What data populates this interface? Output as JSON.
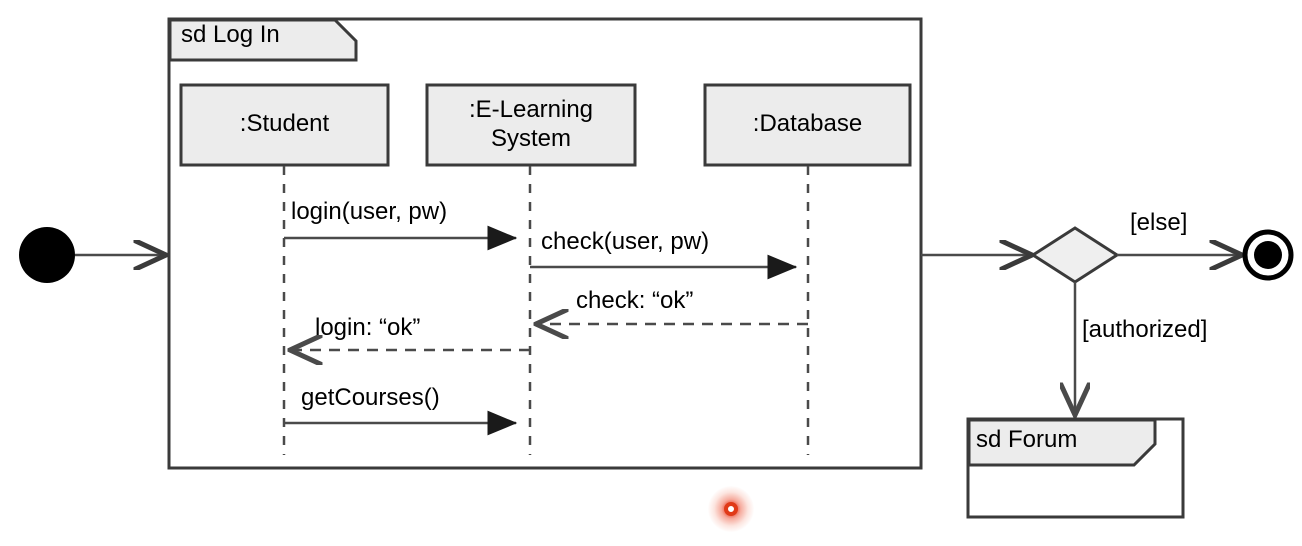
{
  "diagram": {
    "type": "uml-activity-with-interaction-frames",
    "background": "#ffffff",
    "stroke": "#3a3a3a",
    "fill_header": "#ececec",
    "fill_shape": "#efefef"
  },
  "sequence_frame": {
    "title": "sd Log In",
    "lifelines": [
      {
        "name": ":Student"
      },
      {
        "name": ":E-Learning\nSystem",
        "line1": ":E-Learning",
        "line2": "System"
      },
      {
        "name": ":Database"
      }
    ],
    "messages": [
      {
        "label": "login(user, pw)",
        "from": ":Student",
        "to": ":E-Learning System",
        "kind": "call",
        "style": "solid"
      },
      {
        "label": "check(user, pw)",
        "from": ":E-Learning System",
        "to": ":Database",
        "kind": "call",
        "style": "solid"
      },
      {
        "label": "check: “ok”",
        "from": ":Database",
        "to": ":E-Learning System",
        "kind": "return",
        "style": "dashed"
      },
      {
        "label": "login: “ok”",
        "from": ":E-Learning System",
        "to": ":Student",
        "kind": "return",
        "style": "dashed"
      },
      {
        "label": "getCourses()",
        "from": ":Student",
        "to": ":E-Learning System",
        "kind": "call",
        "style": "solid"
      }
    ]
  },
  "activity": {
    "initial_node": "initial-node",
    "decision_node": "decision-diamond",
    "final_node": "activity-final-node",
    "guards": [
      {
        "label": "[else]",
        "target": "activity-final-node"
      },
      {
        "label": "[authorized]",
        "target": "sd Forum"
      }
    ]
  },
  "forum_frame": {
    "title": "sd Forum"
  },
  "cursor_marker": {
    "name": "red-dot-marker",
    "color": "#e03a18"
  }
}
